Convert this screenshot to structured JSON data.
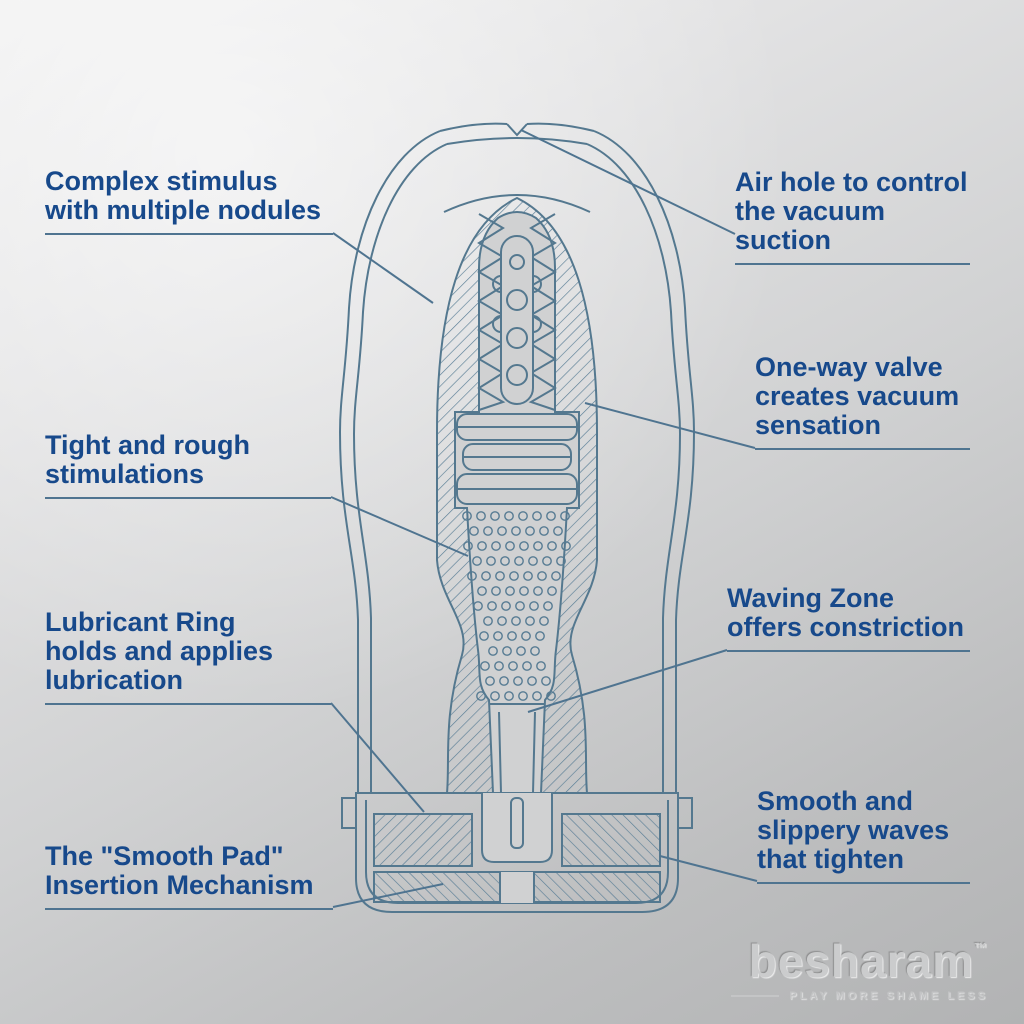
{
  "colors": {
    "label_text": "#17498b",
    "diagram_line": "#54788f",
    "leader_line": "#4f7490",
    "background_top": "#f0f0f0",
    "background_bottom": "#b2b3b4",
    "logo_gray": "#cbcccd"
  },
  "labels": [
    {
      "id": "complex-stimulus",
      "lines": [
        "Complex stimulus",
        "with multiple nodules"
      ]
    },
    {
      "id": "air-hole",
      "lines": [
        "Air hole to control",
        "the vacuum suction"
      ]
    },
    {
      "id": "one-way-valve",
      "lines": [
        "One-way valve",
        "creates vacuum",
        "sensation"
      ]
    },
    {
      "id": "tight-rough",
      "lines": [
        "Tight and rough",
        "stimulations"
      ]
    },
    {
      "id": "lubricant-ring",
      "lines": [
        "Lubricant Ring",
        "holds and applies",
        "lubrication"
      ]
    },
    {
      "id": "waving-zone",
      "lines": [
        "Waving Zone",
        "offers constriction"
      ]
    },
    {
      "id": "smooth-waves",
      "lines": [
        "Smooth and",
        "slippery waves",
        "that tighten"
      ]
    },
    {
      "id": "smooth-pad",
      "lines": [
        "The \"Smooth Pad\"",
        "Insertion Mechanism"
      ]
    }
  ],
  "branding": {
    "logo": "besharam",
    "trademark": "™",
    "tagline": "PLAY MORE SHAME LESS"
  }
}
